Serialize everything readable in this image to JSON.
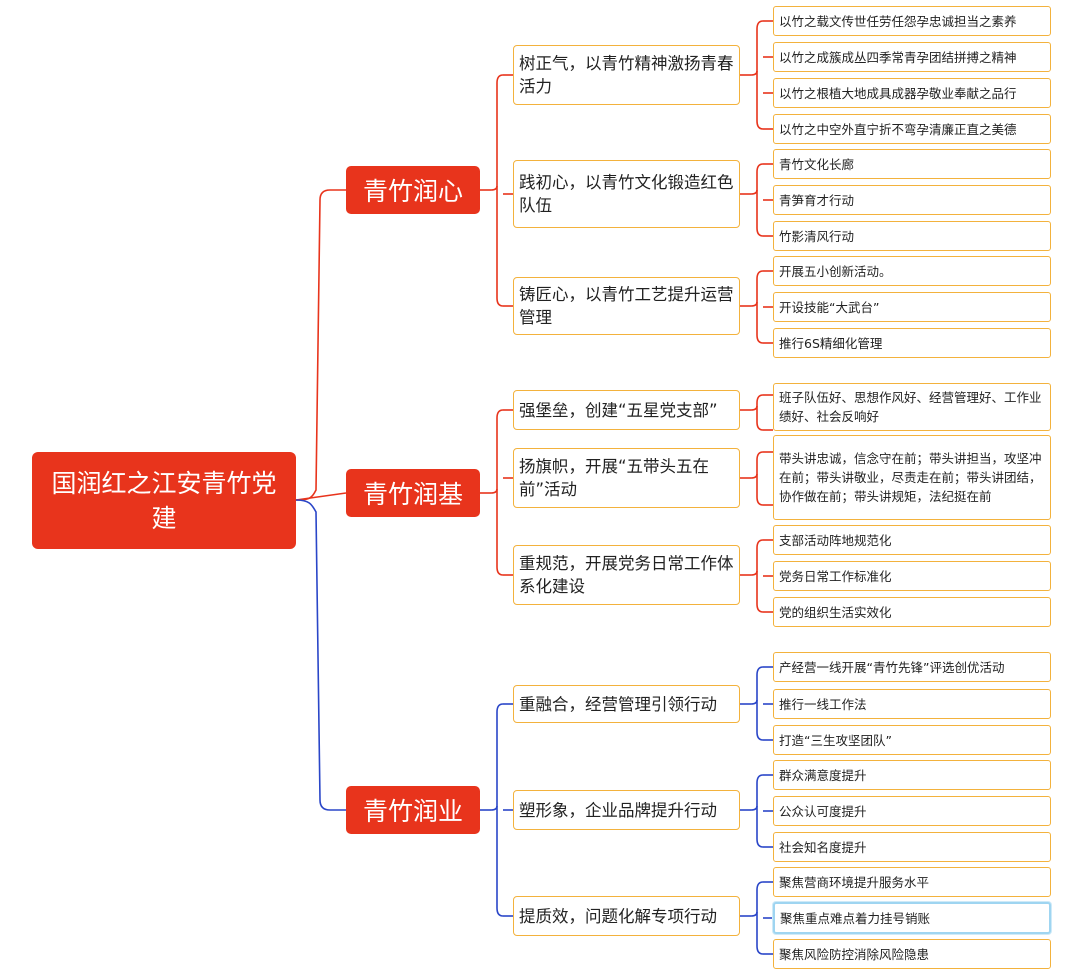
{
  "root": "国润红之江安青竹党建",
  "branches": [
    {
      "title": "青竹润心",
      "children": [
        {
          "title": "树正气，以青竹精神激扬青春活力",
          "leaves": [
            "以竹之载文传世任劳任怨孕忠诚担当之素养",
            "以竹之成簇成丛四季常青孕团结拼搏之精神",
            "以竹之根植大地成具成器孕敬业奉献之品行",
            "以竹之中空外直宁折不弯孕清廉正直之美德"
          ]
        },
        {
          "title": "践初心，以青竹文化锻造红色队伍",
          "leaves": [
            "青竹文化长廊",
            "青笋育才行动",
            "竹影清风行动"
          ]
        },
        {
          "title": "铸匠心，以青竹工艺提升运营管理",
          "leaves": [
            "开展五小创新活动。",
            "开设技能“大武台”",
            "推行6S精细化管理"
          ]
        }
      ]
    },
    {
      "title": "青竹润基",
      "children": [
        {
          "title": "强堡垒，创建“五星党支部”",
          "leaves": [
            "班子队伍好、思想作风好、经营管理好、工作业绩好、社会反响好"
          ]
        },
        {
          "title": "扬旗帜，开展“五带头五在前”活动",
          "leaves": [
            "带头讲忠诚，信念守在前；带头讲担当，攻坚冲在前；带头讲敬业，尽责走在前；带头讲团结，协作做在前；带头讲规矩，法纪挺在前"
          ]
        },
        {
          "title": "重规范，开展党务日常工作体系化建设",
          "leaves": [
            "支部活动阵地规范化",
            "党务日常工作标准化",
            "党的组织生活实效化"
          ]
        }
      ]
    },
    {
      "title": "青竹润业",
      "children": [
        {
          "title": "重融合，经营管理引领行动",
          "leaves": [
            "产经营一线开展“青竹先锋”评选创优活动",
            "推行一线工作法",
            "打造“三生攻坚团队”"
          ]
        },
        {
          "title": "塑形象，企业品牌提升行动",
          "leaves": [
            "群众满意度提升",
            "公众认可度提升",
            "社会知名度提升"
          ]
        },
        {
          "title": "提质效，问题化解专项行动",
          "leaves": [
            "聚焦营商环境提升服务水平",
            "聚焦重点难点着力挂号销账",
            "聚焦风险防控消除风险隐患"
          ]
        }
      ]
    }
  ],
  "colors": {
    "root_fill": "#e8341c",
    "main_fill": "#e8341c",
    "node_border": "#f3b23d",
    "link_red": "#e8341c",
    "link_blue": "#2a46c8",
    "selected_border": "#9fd5f1"
  }
}
